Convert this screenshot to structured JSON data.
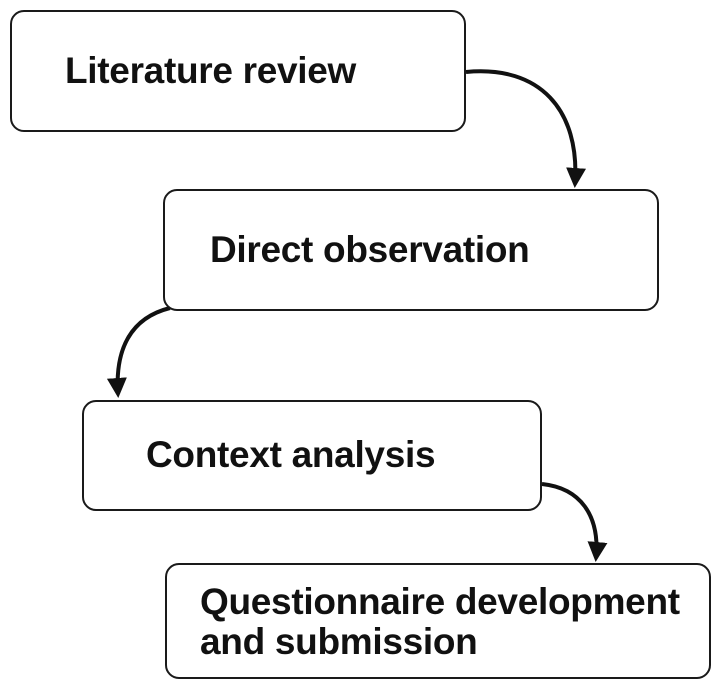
{
  "flow": {
    "steps": [
      {
        "label": "Literature review"
      },
      {
        "label": "Direct observation"
      },
      {
        "label": "Context analysis"
      },
      {
        "label_line1": "Questionnaire development",
        "label_line2": "and submission"
      }
    ]
  }
}
